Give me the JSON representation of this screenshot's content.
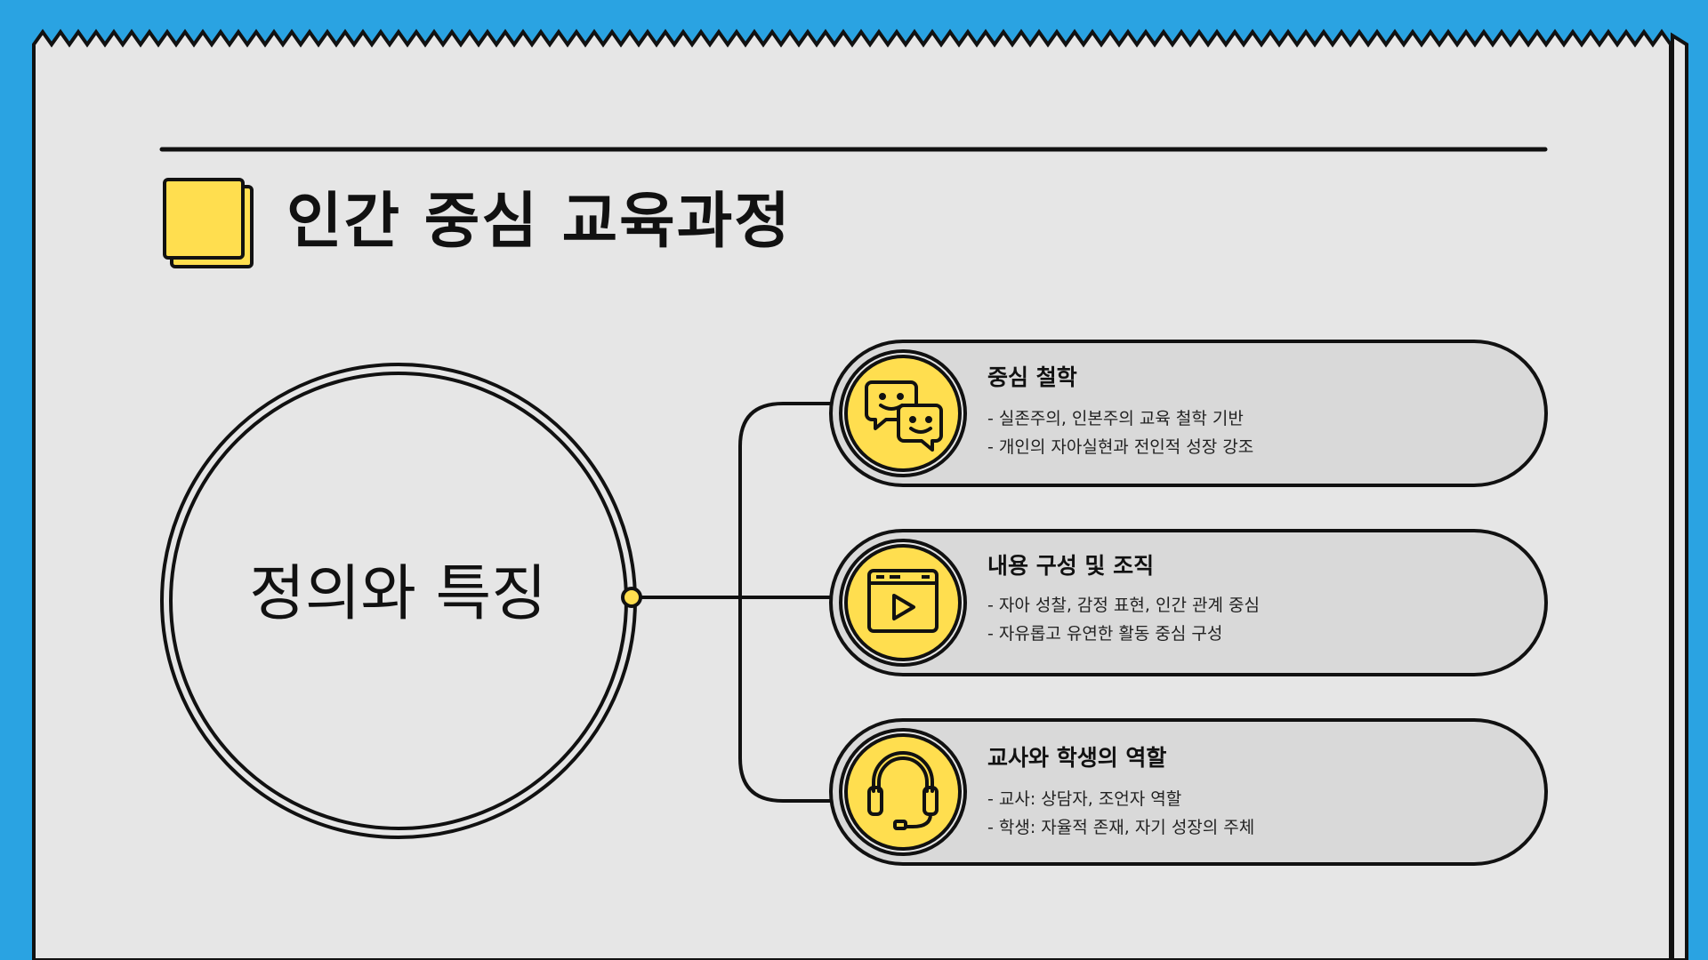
{
  "page": {
    "title": "인간 중심 교육과정",
    "colors": {
      "frame": "#2aa3e2",
      "paper": "#e6e6e6",
      "accent": "#ffde4f",
      "ink": "#111111",
      "card": "#d9d9d9"
    }
  },
  "hub": {
    "label": "정의와 특징"
  },
  "cards": [
    {
      "icon": "chat-bubbles-icon",
      "title": "중심 철학",
      "lines": [
        "- 실존주의, 인본주의 교육 철학 기반",
        "- 개인의 자아실현과 전인적 성장 강조"
      ]
    },
    {
      "icon": "video-player-icon",
      "title": "내용 구성 및 조직",
      "lines": [
        "- 자아 성찰, 감정 표현, 인간 관계 중심",
        "- 자유롭고 유연한 활동 중심 구성"
      ]
    },
    {
      "icon": "headset-icon",
      "title": "교사와 학생의 역할",
      "lines": [
        "- 교사: 상담자, 조언자 역할",
        "- 학생: 자율적 존재, 자기 성장의 주체"
      ]
    }
  ]
}
